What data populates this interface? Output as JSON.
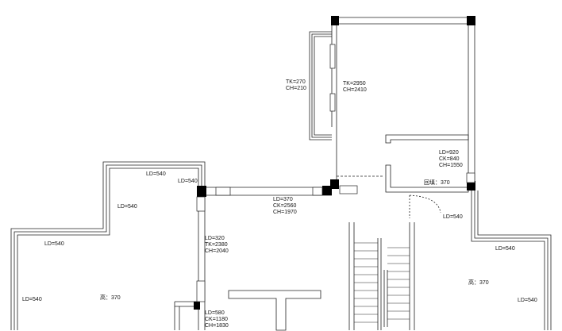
{
  "colors": {
    "wall": "#000000",
    "line": "#222222",
    "background": "#ffffff"
  },
  "labels": {
    "tk270": "TK=270",
    "ch210": "CH=210",
    "tk2950": "TK=2950",
    "ch2410": "CH=2410",
    "ld540_a": "LD=540",
    "ld540_b": "LD=540",
    "ld540_c": "LD=540",
    "ld540_d": "LD=540",
    "ld540_e": "LD=540",
    "ld540_f": "LD=540",
    "ld540_g": "LD=540",
    "ld540_h": "LD=540",
    "ld920": "LD=920",
    "ck840": "CK=840",
    "ch1550": "CH=1550",
    "huitian": "回填：370",
    "ld370": "LD=370",
    "ck2560": "CK=2560",
    "ch1970": "CH=1970",
    "ld320": "LD=320",
    "tk2380": "TK=2380",
    "ch2040": "CH=2040",
    "gao_left": "高：370",
    "gao_right": "高：370",
    "ld580": "LD=580",
    "ck1180": "CK=1180",
    "ch1830": "CH=1830"
  }
}
